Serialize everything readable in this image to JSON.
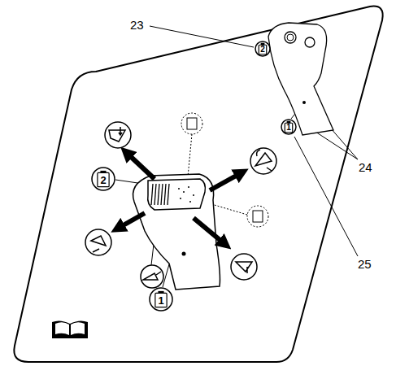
{
  "diagram": {
    "nodes": [
      {
        "text": [
          "2"
        ]
      },
      {
        "text": [
          "1"
        ]
      },
      {
        "text": [
          "2"
        ]
      },
      {
        "text": [
          "1"
        ]
      }
    ],
    "labels": [
      "23",
      "24",
      "25"
    ]
  }
}
